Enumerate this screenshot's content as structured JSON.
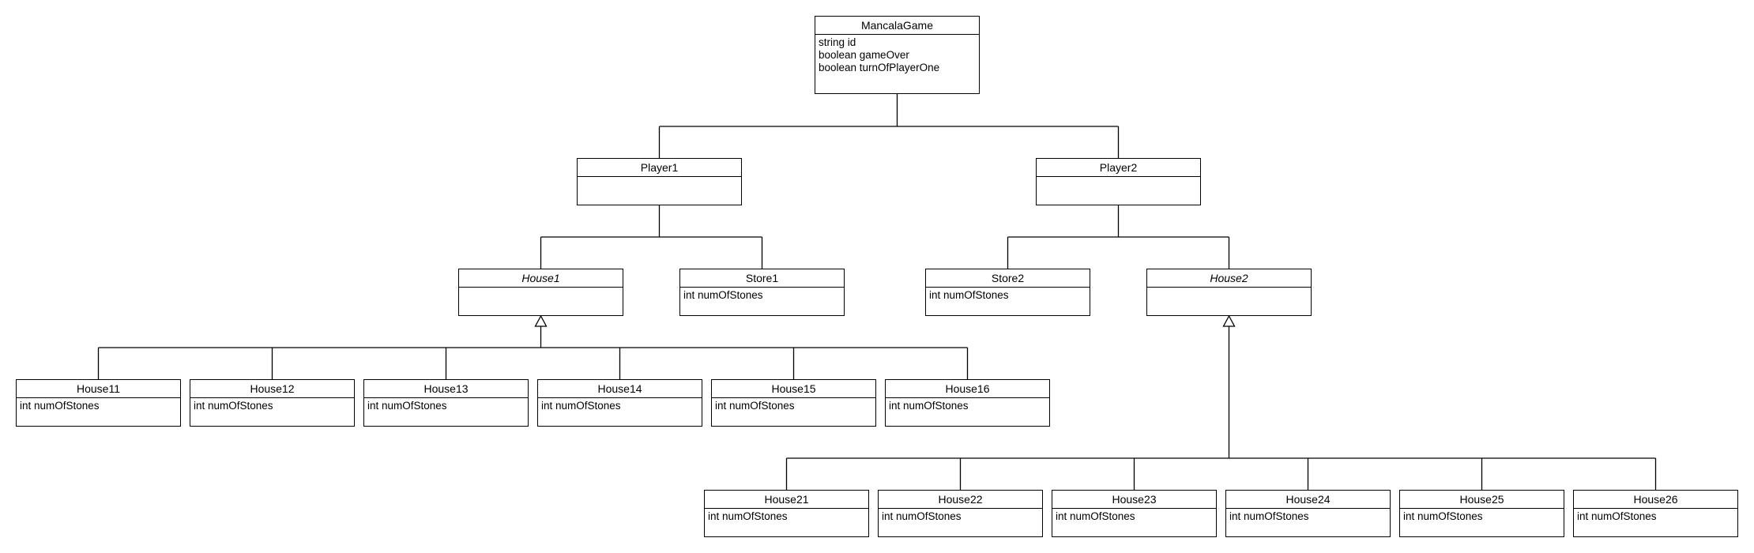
{
  "diagram": {
    "classes": [
      {
        "id": "MancalaGame",
        "name": "MancalaGame",
        "abstract": false,
        "attributes": [
          "string id",
          "boolean gameOver",
          "boolean turnOfPlayerOne"
        ]
      },
      {
        "id": "Player1",
        "name": "Player1",
        "abstract": false,
        "attributes": []
      },
      {
        "id": "Player2",
        "name": "Player2",
        "abstract": false,
        "attributes": []
      },
      {
        "id": "House1",
        "name": "House1",
        "abstract": true,
        "attributes": []
      },
      {
        "id": "Store1",
        "name": "Store1",
        "abstract": false,
        "attributes": [
          "int numOfStones"
        ]
      },
      {
        "id": "Store2",
        "name": "Store2",
        "abstract": false,
        "attributes": [
          "int numOfStones"
        ]
      },
      {
        "id": "House2",
        "name": "House2",
        "abstract": true,
        "attributes": []
      },
      {
        "id": "House11",
        "name": "House11",
        "abstract": false,
        "attributes": [
          "int numOfStones"
        ]
      },
      {
        "id": "House12",
        "name": "House12",
        "abstract": false,
        "attributes": [
          "int numOfStones"
        ]
      },
      {
        "id": "House13",
        "name": "House13",
        "abstract": false,
        "attributes": [
          "int numOfStones"
        ]
      },
      {
        "id": "House14",
        "name": "House14",
        "abstract": false,
        "attributes": [
          "int numOfStones"
        ]
      },
      {
        "id": "House15",
        "name": "House15",
        "abstract": false,
        "attributes": [
          "int numOfStones"
        ]
      },
      {
        "id": "House16",
        "name": "House16",
        "abstract": false,
        "attributes": [
          "int numOfStones"
        ]
      },
      {
        "id": "House21",
        "name": "House21",
        "abstract": false,
        "attributes": [
          "int numOfStones"
        ]
      },
      {
        "id": "House22",
        "name": "House22",
        "abstract": false,
        "attributes": [
          "int numOfStones"
        ]
      },
      {
        "id": "House23",
        "name": "House23",
        "abstract": false,
        "attributes": [
          "int numOfStones"
        ]
      },
      {
        "id": "House24",
        "name": "House24",
        "abstract": false,
        "attributes": [
          "int numOfStones"
        ]
      },
      {
        "id": "House25",
        "name": "House25",
        "abstract": false,
        "attributes": [
          "int numOfStones"
        ]
      },
      {
        "id": "House26",
        "name": "House26",
        "abstract": false,
        "attributes": [
          "int numOfStones"
        ]
      }
    ],
    "relations": [
      {
        "type": "association",
        "parent": "MancalaGame",
        "children": [
          "Player1",
          "Player2"
        ]
      },
      {
        "type": "association",
        "parent": "Player1",
        "children": [
          "House1",
          "Store1"
        ]
      },
      {
        "type": "association",
        "parent": "Player2",
        "children": [
          "Store2",
          "House2"
        ]
      },
      {
        "type": "generalization",
        "parent": "House1",
        "children": [
          "House11",
          "House12",
          "House13",
          "House14",
          "House15",
          "House16"
        ]
      },
      {
        "type": "generalization",
        "parent": "House2",
        "children": [
          "House21",
          "House22",
          "House23",
          "House24",
          "House25",
          "House26"
        ]
      }
    ]
  }
}
